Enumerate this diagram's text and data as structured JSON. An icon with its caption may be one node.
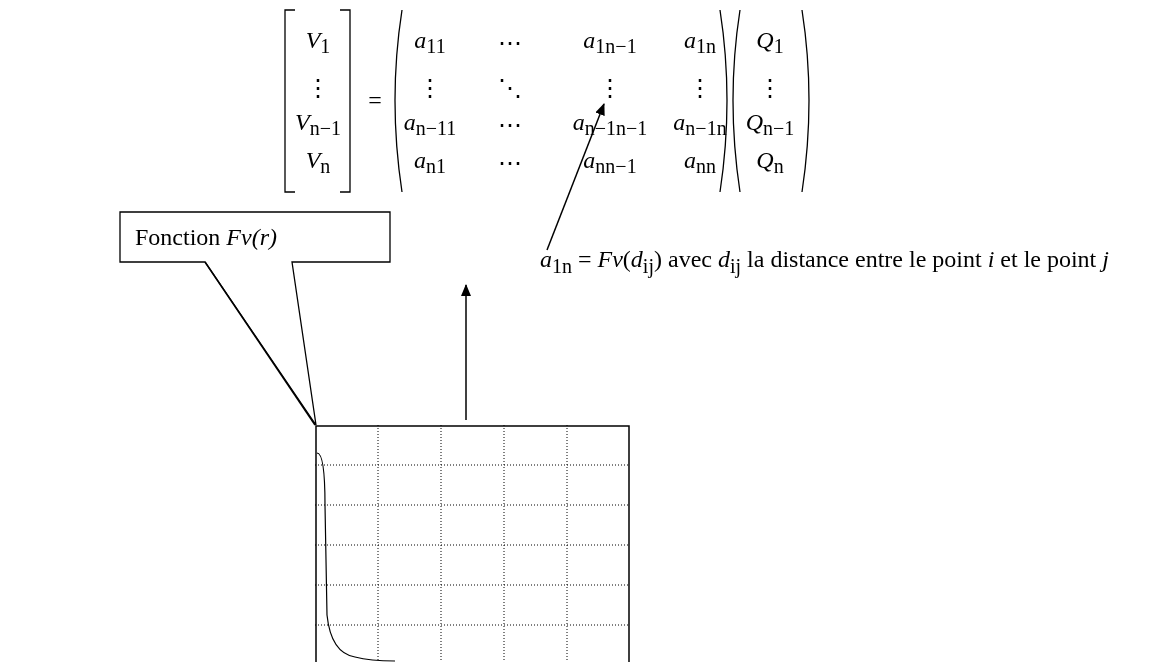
{
  "diagram": {
    "nodes": [
      {
        "text": [
          "⋮"
        ]
      },
      {
        "text": [
          "Fonction *Fv(r)*"
        ]
      },
      {
        "text": [
          "*a*$_{1n}$ = *Fv*(*d*$_{ij}$) avec *d*$_{ij}$ la distance entre le point *i* et le point *j*"
        ]
      },
      {
        "text": [],
        "shape": "picture"
      }
    ],
    "edges": [
      {
        "from": 2,
        "to": 0,
        "arrow": "to"
      },
      {
        "from": 3,
        "to": 2,
        "arrow": "to"
      },
      {
        "from": 1,
        "to": 3,
        "arrow": "none"
      }
    ],
    "labels": [
      "*V*$_{1}$",
      "⋮",
      "*V*$_{n−1}$",
      "*V*$_{n}$",
      "=",
      "*a*$_{11}$",
      "⋯",
      "*a*$_{1n−1}$",
      "*a*$_{1n}$",
      "⋮",
      "⋱",
      "⋮",
      "*a*$_{n−11}$",
      "⋯",
      "*a*$_{n−1n−1}$",
      "*a*$_{n−1n}$",
      "*a*$_{n1}$",
      "⋯",
      "*a*$_{nn−1}$",
      "*a*$_{nn}$",
      "*Q*$_{1}$",
      "⋮",
      "*Q*$_{n−1}$",
      "*Q*$_{n}$"
    ]
  }
}
